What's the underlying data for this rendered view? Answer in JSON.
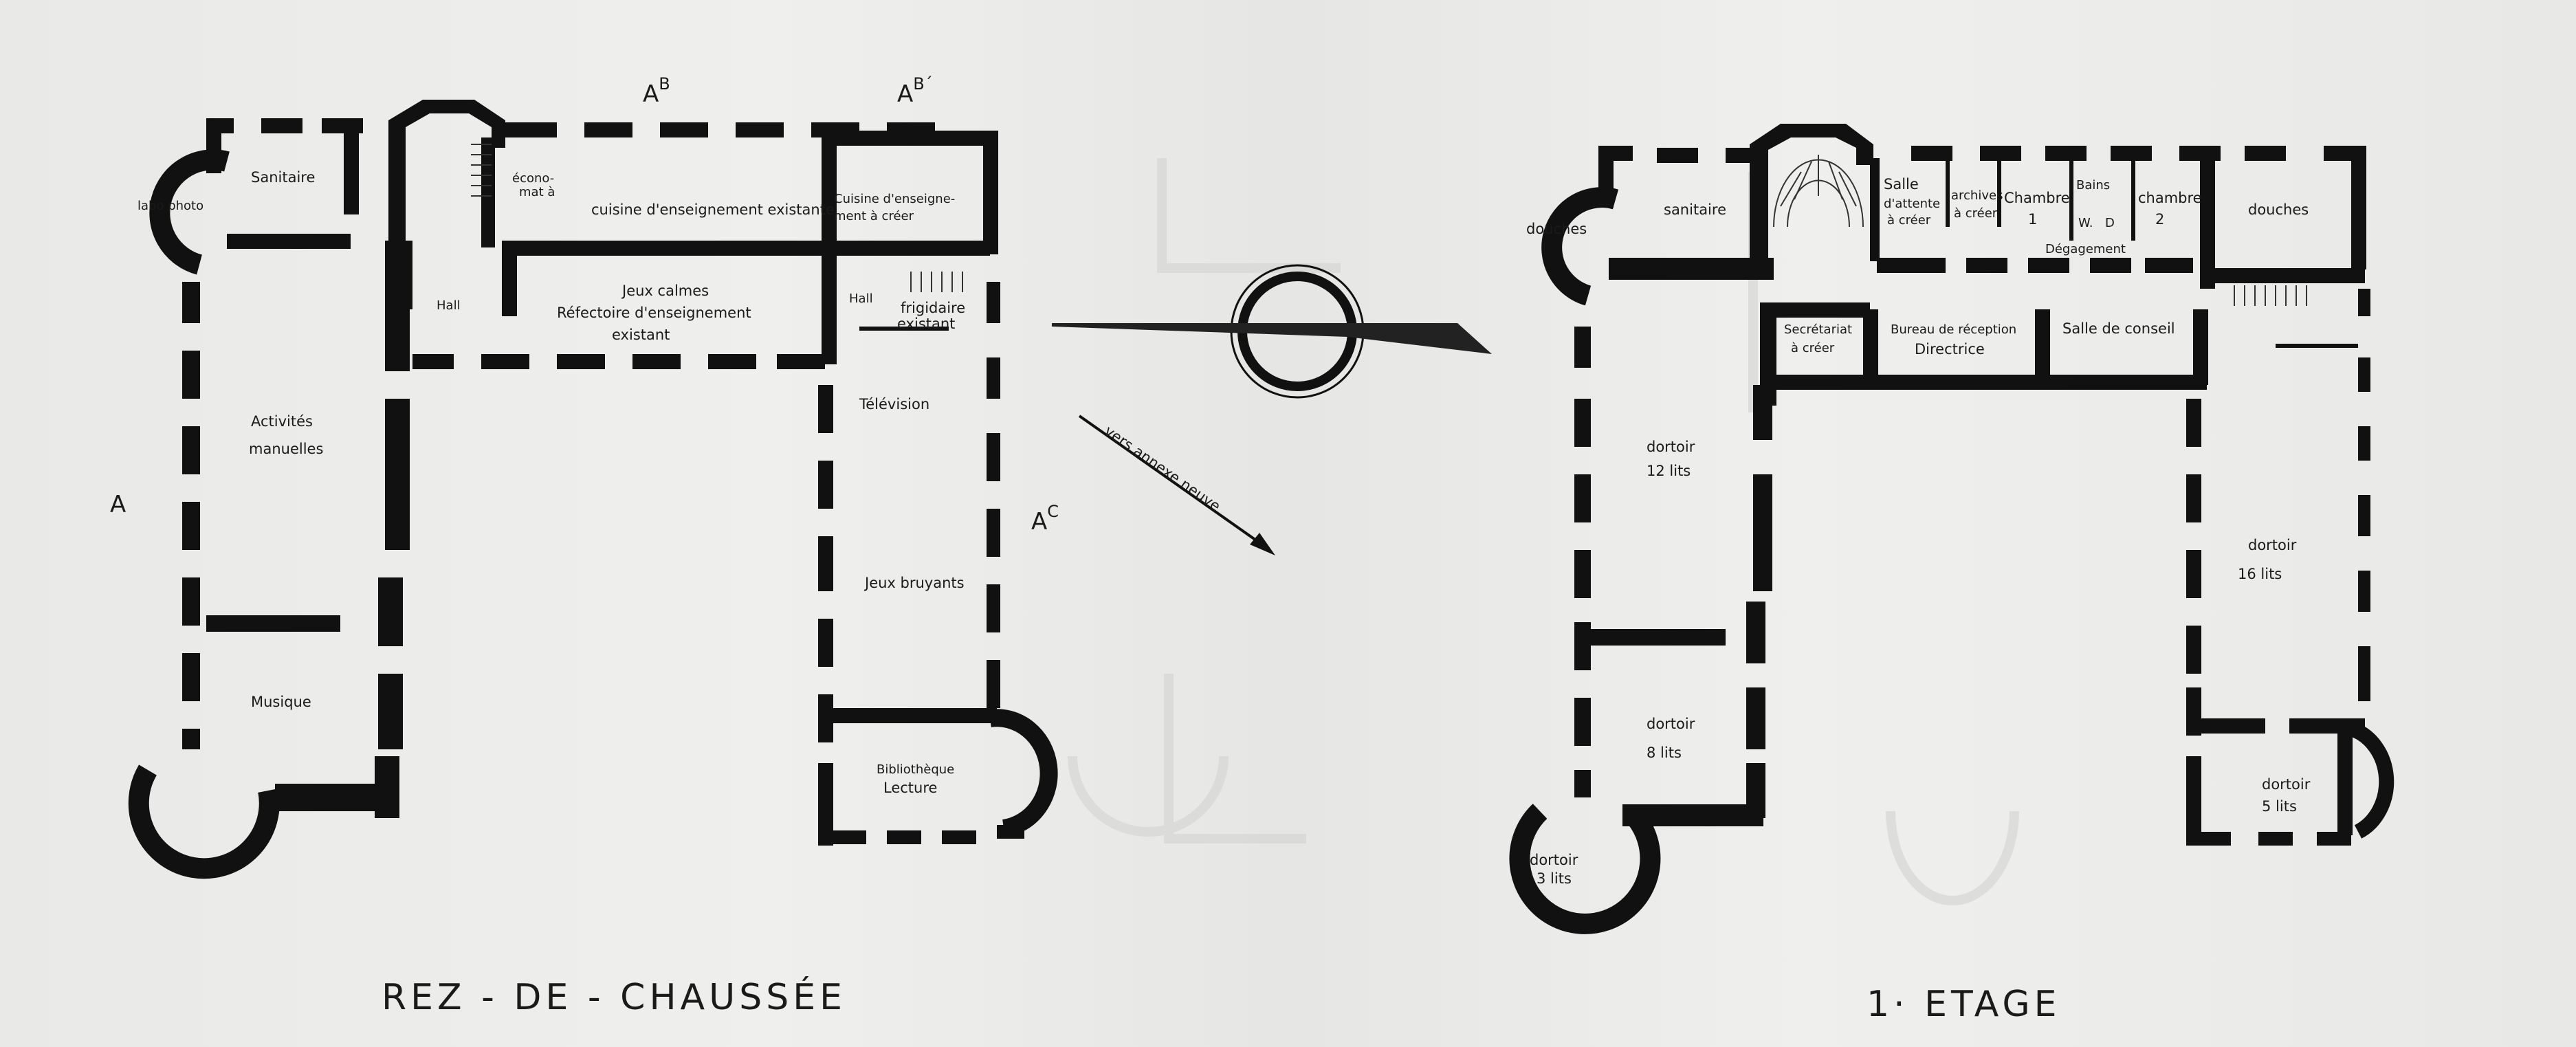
{
  "sectors": {
    "a": "A",
    "ab": "A",
    "ab_sup": "B",
    "ab2": "A",
    "ab2_sup": "B´",
    "ac": "A",
    "ac_sup": "C"
  },
  "ground_floor": {
    "title": "REZ - DE - CHAUSSÉE",
    "rooms": {
      "labo_photo": "labo photo",
      "sanitaire": "Sanitaire",
      "economat_1": "écono-",
      "economat_2": "mat à",
      "cuisine_existante": "cuisine d'enseignement existante",
      "cuisine_creer_1": "Cuisine d'enseigne-",
      "cuisine_creer_2": "ment à créer",
      "hall_left": "Hall",
      "jeux_calmes": "Jeux calmes",
      "refectoire": "Réfectoire d'enseignement",
      "existant": "existant",
      "hall_right": "Hall",
      "frigidaire_1": "frigidaire",
      "frigidaire_2": "existant",
      "activites_1": "Activités",
      "activites_2": "manuelles",
      "television": "Télévision",
      "jeux_bruyants": "Jeux bruyants",
      "musique": "Musique",
      "bibliotheque": "Bibliothèque",
      "lecture": "Lecture"
    }
  },
  "first_floor": {
    "title": "1· ETAGE",
    "rooms": {
      "douches_left": "douches",
      "sanitaire": "sanitaire",
      "salle_attente_1": "Salle",
      "salle_attente_2": "d'attente",
      "salle_attente_3": "à créer",
      "archives_1": "archives",
      "archives_2": "à créer",
      "chambre1_1": "Chambre",
      "chambre1_2": "1",
      "bains": "Bains",
      "wc": "W.",
      "douche_small": "D",
      "chambre2_1": "chambre",
      "chambre2_2": "2",
      "douches_right": "douches",
      "degagement": "Dégagement",
      "secretariat_1": "Secrétariat",
      "secretariat_2": "à créer",
      "bureau_1": "Bureau de réception",
      "bureau_2": "Directrice",
      "salle_conseil": "Salle de conseil",
      "dortoir12_1": "dortoir",
      "dortoir12_2": "12 lits",
      "dortoir16_1": "dortoir",
      "dortoir16_2": "16 lits",
      "dortoir8_1": "dortoir",
      "dortoir8_2": "8 lits",
      "dortoir5_1": "dortoir",
      "dortoir5_2": "5 lits",
      "dortoir3_1": "dortoir",
      "dortoir3_2": "3 lits"
    }
  },
  "annex_arrow": "vers annexe neuve"
}
